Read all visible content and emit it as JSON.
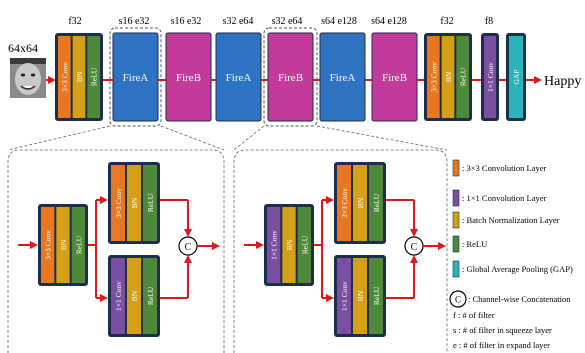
{
  "input": {
    "size": "64x64",
    "face": "grayscale-face-thumbnail"
  },
  "output": {
    "label": "Happy"
  },
  "blocks": [
    {
      "top": "f32",
      "name": "conv-bn-relu"
    },
    {
      "top": "s16 e32",
      "name": "FireA"
    },
    {
      "top": "s16 e32",
      "name": "FireB"
    },
    {
      "top": "s32 e64",
      "name": "FireA"
    },
    {
      "top": "s32 e64",
      "name": "FireB"
    },
    {
      "top": "s64 e128",
      "name": "FireA"
    },
    {
      "top": "s64 e128",
      "name": "FireB"
    },
    {
      "top": "f32",
      "name": "conv-bn-relu"
    },
    {
      "top": "f8",
      "name": "1x1-conv"
    },
    {
      "top": "",
      "name": "GAP"
    }
  ],
  "layer_text": {
    "conv3": "3×3 Conv",
    "conv1": "1×1 Conv",
    "bn": "BN",
    "relu": "ReLU",
    "gap": "GAP",
    "concat": "C"
  },
  "legend": [
    {
      "key": "conv3",
      "text": ": 3×3 Convolution Layer",
      "color": "#e87722"
    },
    {
      "key": "conv1",
      "text": ": 1×1 Convolution Layer",
      "color": "#7b4fa0"
    },
    {
      "key": "bn",
      "text": ": Batch Normalization Layer",
      "color": "#d4a017"
    },
    {
      "key": "relu",
      "text": ": ReLU",
      "color": "#4f8a3a"
    },
    {
      "key": "gap",
      "text": ": Global Average Pooling (GAP)",
      "color": "#2ab3b8"
    }
  ],
  "concat_legend": {
    "symbol": "C",
    "text": ": Channel-wise Concatenation"
  },
  "notes": [
    "f : # of filter",
    "s : # of filter in squeeze layer",
    "e : # of filter in expand layer"
  ],
  "colors": {
    "dark_frame": "#1d2d4c",
    "fire_a": "#2f73c4",
    "fire_b": "#c23a9a",
    "arrow": "#e0181b"
  }
}
